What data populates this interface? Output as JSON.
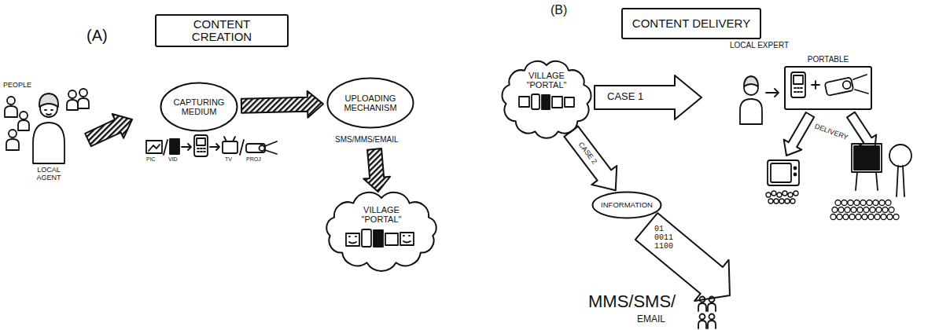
{
  "diagram": {
    "nodes": [
      {
        "text": [
          "CONTENT CREATION"
        ]
      },
      {
        "text": [
          "CAPTURING MEDIUM"
        ]
      },
      {
        "text": [
          "UPLOADING MECHANISM"
        ]
      },
      {
        "text": [
          "VILLAGE \"PORTAL\""
        ]
      },
      {
        "text": [
          "CONTENT DELIVERY"
        ]
      },
      {
        "text": [
          "VILLAGE \"PORTAL\""
        ]
      },
      {
        "text": [
          "PORTABLE"
        ]
      },
      {
        "text": [
          "INFORMATION"
        ]
      }
    ],
    "edges": [
      {
        "from": 1,
        "to": 2,
        "arrow": "to"
      },
      {
        "from": 2,
        "to": 3,
        "arrow": "to"
      },
      {
        "from": 5,
        "to": 7,
        "label": "CASE 2",
        "arrow": "to"
      }
    ],
    "labels": [
      "(A)",
      "PEOPLE",
      "LOCAL AGENT",
      "PIC",
      "VID",
      "TV",
      "PROJ",
      "SMS/MMS/EMAIL",
      "(B)",
      "CASE 1",
      "LOCAL EXPERT",
      "DELIVERY",
      "01 0011 1100",
      "MMS/SMS/",
      "EMAIL"
    ]
  }
}
